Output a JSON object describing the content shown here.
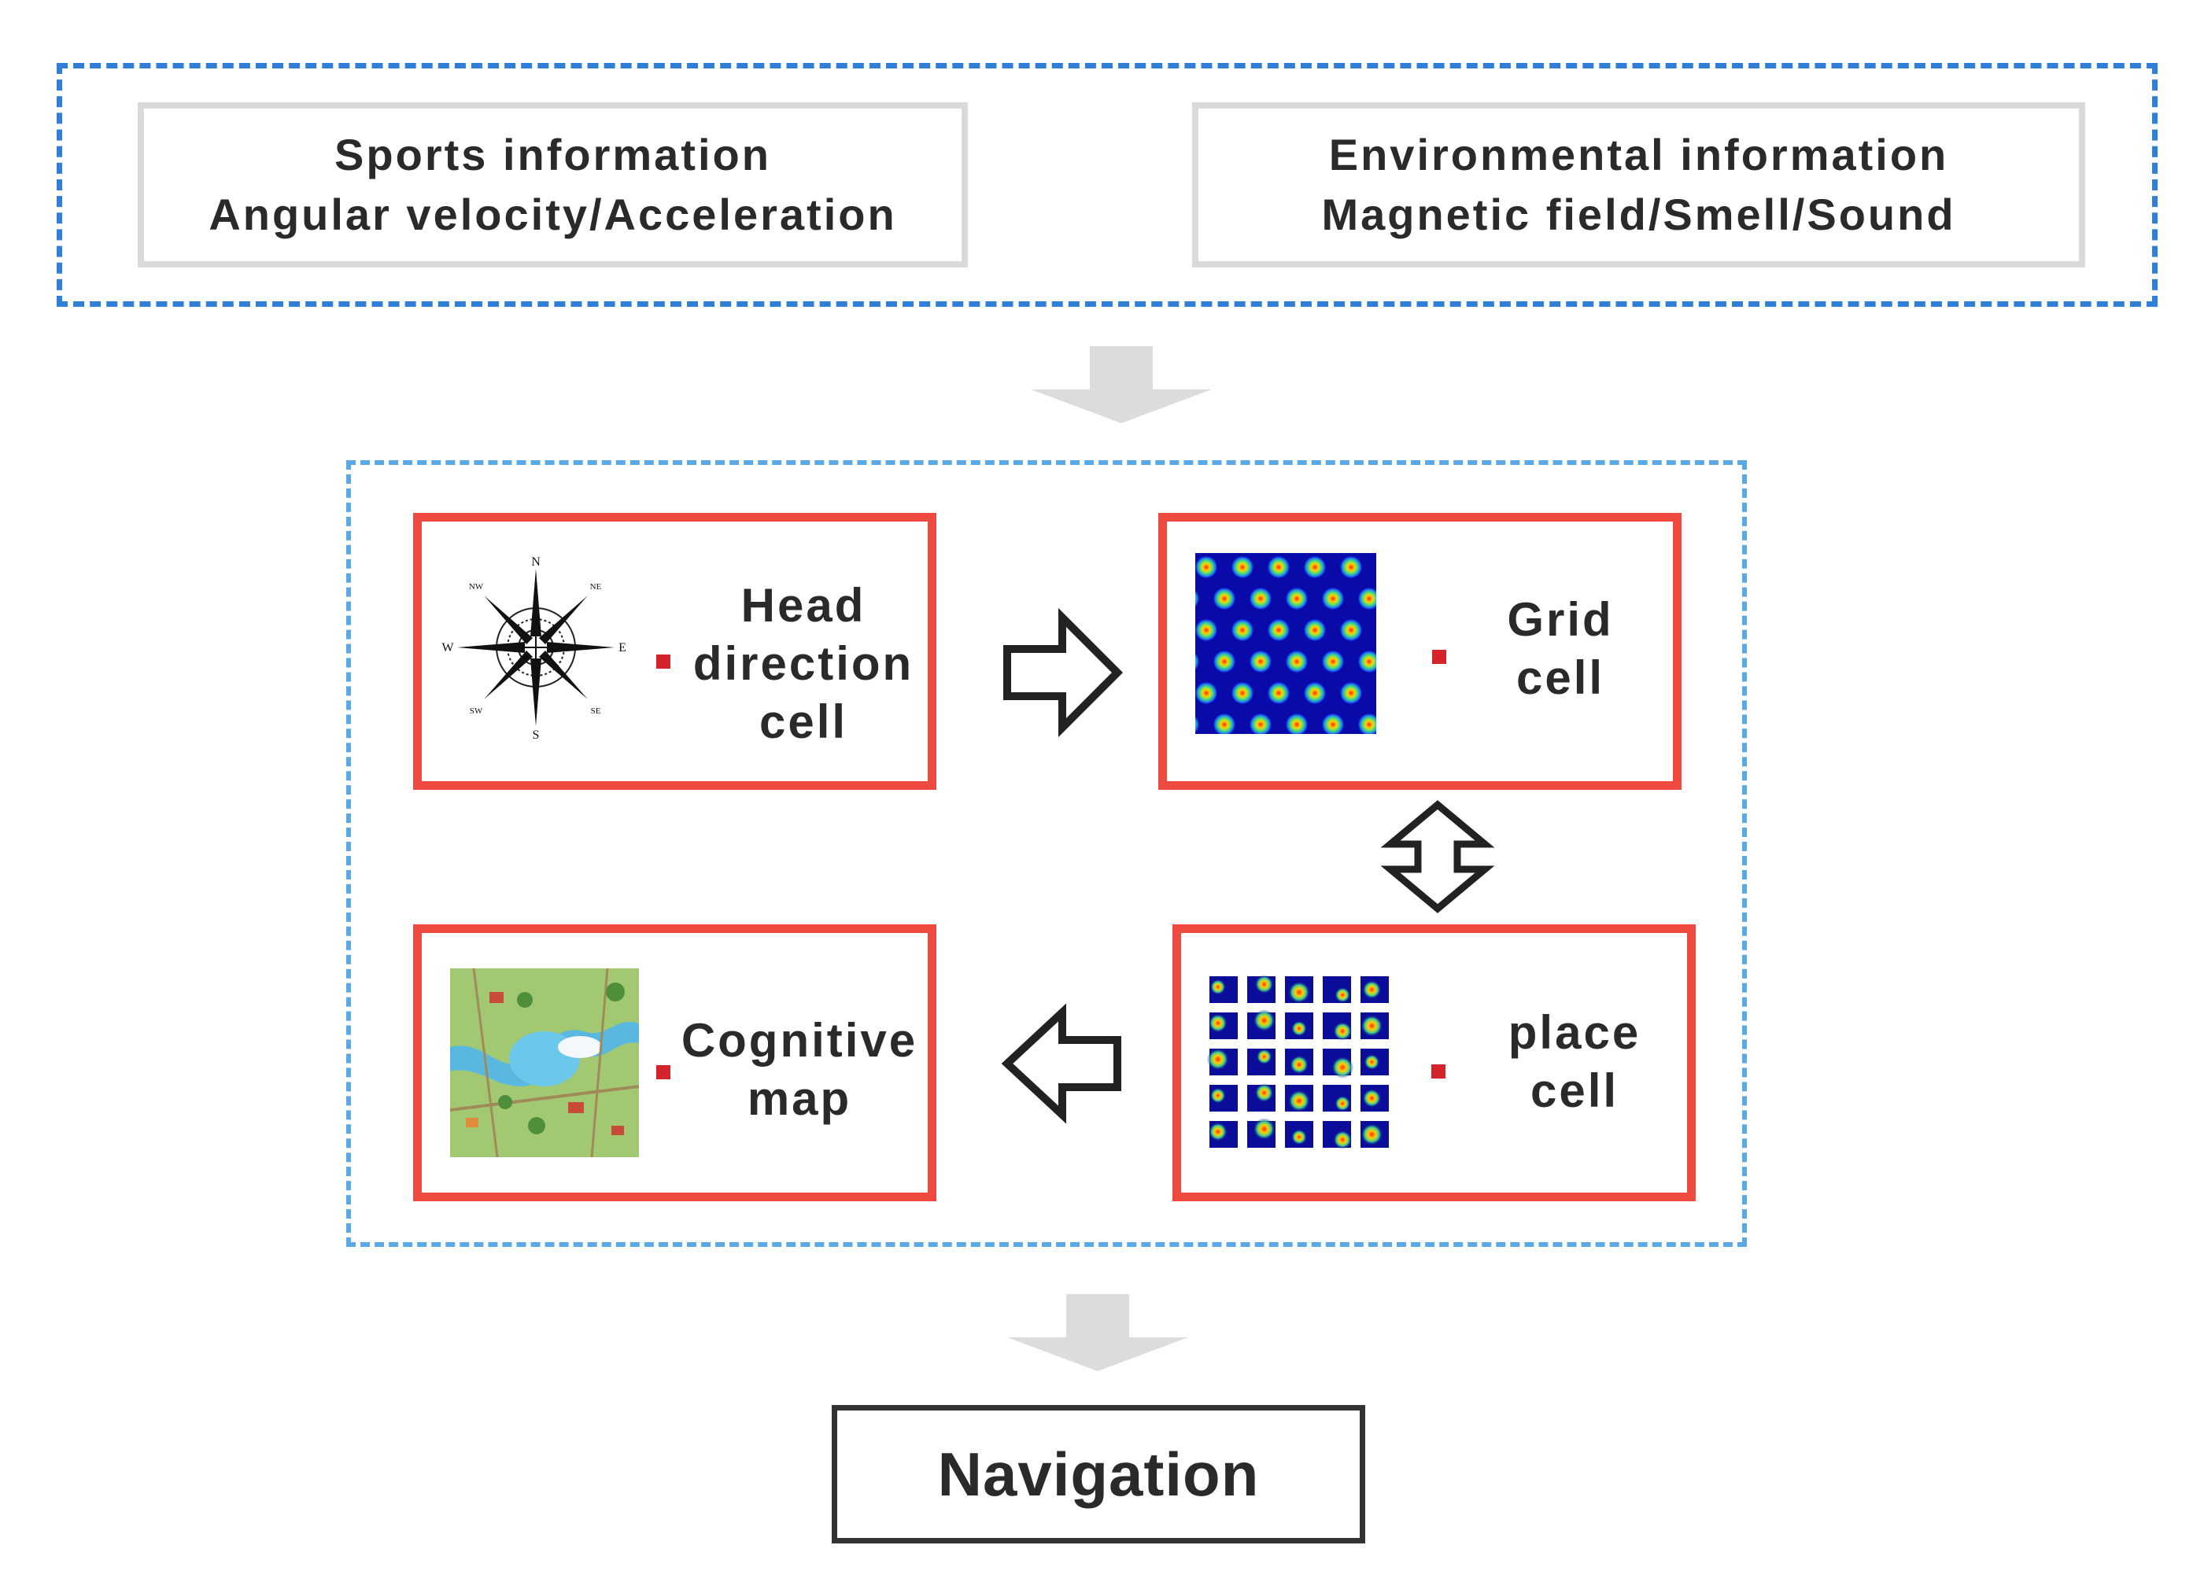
{
  "inputs": {
    "sports": {
      "title": "Sports information",
      "detail": "Angular velocity/Acceleration"
    },
    "environment": {
      "title": "Environmental information",
      "detail": "Magnetic field/Smell/Sound"
    }
  },
  "cells": {
    "head_direction": {
      "line1": "Head",
      "line2": "direction",
      "line3": "cell"
    },
    "grid": {
      "line1": "Grid",
      "line2": "cell"
    },
    "place": {
      "line1": "place",
      "line2": "cell"
    },
    "cognitive_map": {
      "line1": "Cognitive",
      "line2": "map"
    }
  },
  "compass": {
    "n": "N",
    "s": "S",
    "e": "E",
    "w": "W",
    "ne": "NE",
    "nw": "NW",
    "se": "SE",
    "sw": "SW"
  },
  "output": {
    "label": "Navigation"
  },
  "colors": {
    "outer_dash": "#2f7ed8",
    "inner_dash": "#5aa9e6",
    "cell_border": "#ee4a40",
    "bullet": "#d4232b",
    "flow_arrow": "#dcdcdc",
    "input_border": "#dadada"
  }
}
